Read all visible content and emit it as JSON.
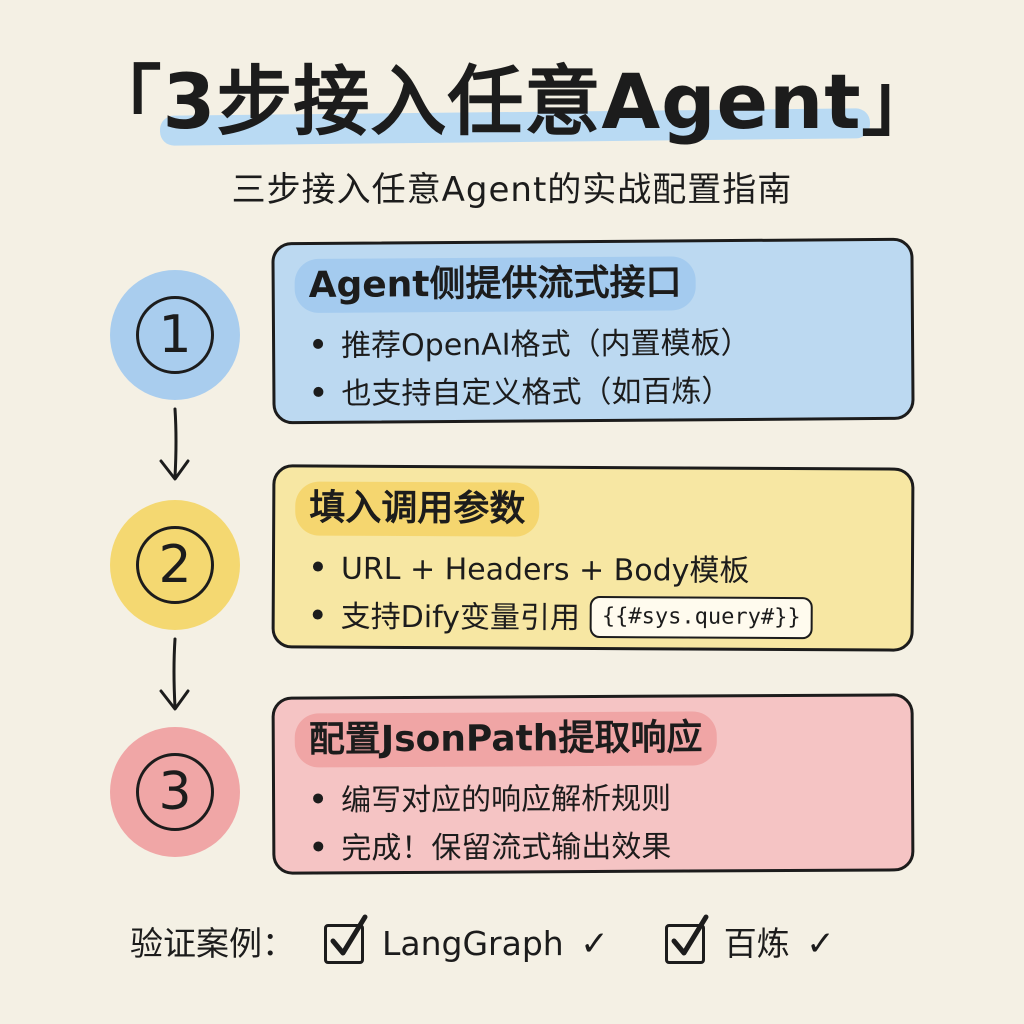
{
  "title": "「3步接入任意Agent」",
  "subtitle": "三步接入任意Agent的实战配置指南",
  "steps": [
    {
      "number": "1",
      "heading": "Agent侧提供流式接口",
      "bullets": [
        "推荐OpenAI格式（内置模板）",
        "也支持自定义格式（如百炼）"
      ],
      "circle_color": "#a9cdee",
      "card_color": "#bcd9f1"
    },
    {
      "number": "2",
      "heading": "填入调用参数",
      "bullets": [
        "URL + Headers + Body模板",
        "支持Dify变量引用"
      ],
      "code": "{{#sys.query#}}",
      "circle_color": "#f4d871",
      "card_color": "#f7e7a3"
    },
    {
      "number": "3",
      "heading": "配置JsonPath提取响应",
      "bullets": [
        "编写对应的响应解析规则",
        "完成！保留流式输出效果"
      ],
      "circle_color": "#f0a6a6",
      "card_color": "#f5c4c4"
    }
  ],
  "footer": {
    "label": "验证案例：",
    "cases": [
      {
        "name": "LangGraph",
        "tick": "✓"
      },
      {
        "name": "百炼",
        "tick": "✓"
      }
    ]
  }
}
